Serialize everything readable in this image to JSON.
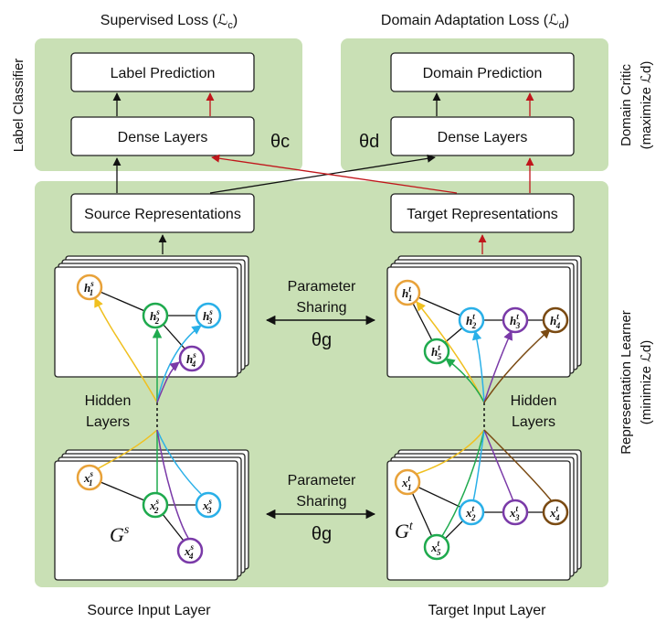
{
  "headers": {
    "supervised_loss": "Supervised Loss (ℒ",
    "supervised_loss_sub": "c",
    "supervised_loss_close": ")",
    "domain_loss": "Domain Adaptation Loss (ℒ",
    "domain_loss_sub": "d",
    "domain_loss_close": ")"
  },
  "side_labels": {
    "label_classifier": "Label Classifier",
    "domain_critic_1": "Domain Critic",
    "domain_critic_2": "(maximize ℒd)",
    "representation_learner_1": "Representation Learner",
    "representation_learner_2": "(minimize ℒd)"
  },
  "boxes": {
    "label_prediction": "Label Prediction",
    "dense_layers_left": "Dense Layers",
    "domain_prediction": "Domain Prediction",
    "dense_layers_right": "Dense Layers",
    "source_representations": "Source Representations",
    "target_representations": "Target Representations"
  },
  "params": {
    "theta_c": "θc",
    "theta_d": "θd",
    "theta_g_top": "θg",
    "theta_g_bottom": "θg"
  },
  "sharing": {
    "top_line1": "Parameter",
    "top_line2": "Sharing",
    "bottom_line1": "Parameter",
    "bottom_line2": "Sharing"
  },
  "hidden_layers": {
    "left_line1": "Hidden",
    "left_line2": "Layers",
    "right_line1": "Hidden",
    "right_line2": "Layers"
  },
  "graphs": {
    "source": "G",
    "source_sup": "s",
    "target": "G",
    "target_sup": "t"
  },
  "nodes": {
    "src_hidden": [
      "h1s",
      "h2s",
      "h3s",
      "h4s"
    ],
    "tgt_hidden": [
      "h1t",
      "h2t",
      "h3t",
      "h4t",
      "h5t"
    ],
    "src_input": [
      "x1s",
      "x2s",
      "x3s",
      "x4s"
    ],
    "tgt_input": [
      "x1t",
      "x2t",
      "x3t",
      "x4t",
      "x5t"
    ]
  },
  "bottom_labels": {
    "source_input": "Source Input Layer",
    "target_input": "Target Input Layer"
  },
  "colors": {
    "panel": "#c9e0b5",
    "node_orange": "#e8a23a",
    "node_green": "#1faa4e",
    "node_blue": "#2ab0e8",
    "node_purple": "#7a3aa8",
    "node_brown": "#7a4a12",
    "red_arrow": "#c0161b",
    "yellow_curve": "#f0c020"
  }
}
